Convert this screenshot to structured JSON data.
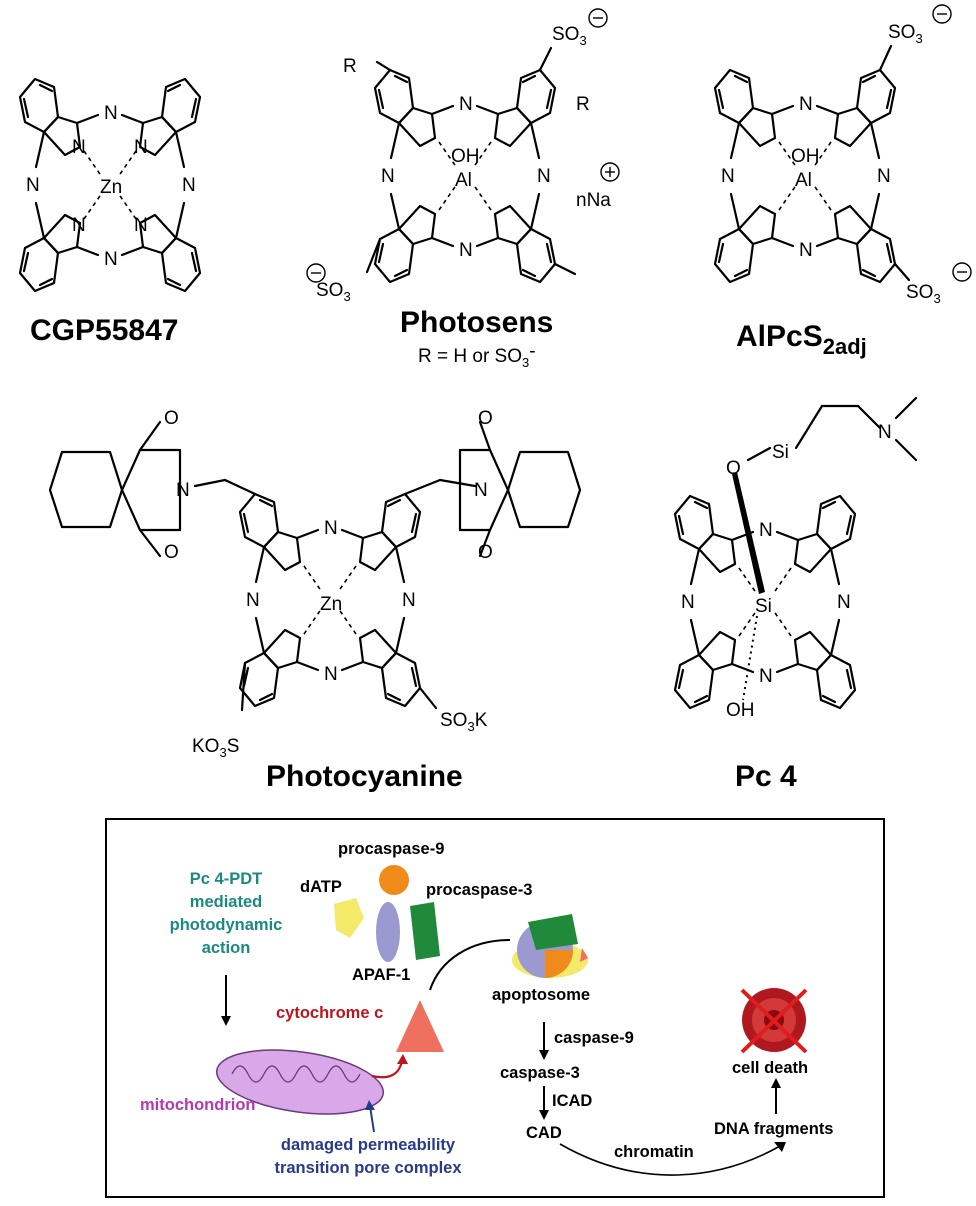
{
  "structures": [
    {
      "id": "cgp",
      "name": "CGP55847",
      "metal": "Zn"
    },
    {
      "id": "photosens",
      "name": "Photosens",
      "metal": "Al",
      "axial": "OH",
      "r_label": "R",
      "substituent": "SO",
      "counter_ion": "nNa",
      "note": "R = H or SO"
    },
    {
      "id": "alpcs",
      "name": "AlPcS",
      "name_sub": "2adj",
      "metal": "Al",
      "axial": "OH",
      "substituent": "SO"
    },
    {
      "id": "photocyanine",
      "name": "Photocyanine",
      "metal": "Zn",
      "substituent_right": "SO",
      "substituent_left": "KO",
      "k": "K",
      "carbonyl": "O"
    },
    {
      "id": "pc4",
      "name": "Pc 4",
      "metal": "Si",
      "axial_bottom": "OH",
      "axial_top_o": "O",
      "axial_top_si": "Si"
    }
  ],
  "atoms": {
    "n": "N",
    "three": "3",
    "s": "S",
    "sub_three": "3",
    "minus": "-"
  },
  "pathway": {
    "action_line1": "Pc 4-PDT",
    "action_line2": "mediated",
    "action_line3": "photodynamic",
    "action_line4": "action",
    "procaspase9": "procaspase-9",
    "datp": "dATP",
    "procaspase3": "procaspase-3",
    "apaf1": "APAF-1",
    "cytochrome": "cytochrome c",
    "apoptosome": "apoptosome",
    "mitochondrion": "mitochondrion",
    "caspase9": "caspase-9",
    "caspase3": "caspase-3",
    "icad": "ICAD",
    "cad": "CAD",
    "chromatin": "chromatin",
    "dna": "DNA fragments",
    "celldeath": "cell death",
    "damaged_line1": "damaged permeability",
    "damaged_line2": "transition pore complex"
  },
  "colors": {
    "teal": "#1a8a80",
    "crimson": "#c0141c",
    "magenta": "#b438b4",
    "navy": "#283a8a",
    "orange": "#f08a1a",
    "yellow": "#f5e96a",
    "lavender": "#9a9ad0",
    "green": "#1f8a3a",
    "salmon": "#f07060",
    "mito": "#d9a8e8"
  }
}
